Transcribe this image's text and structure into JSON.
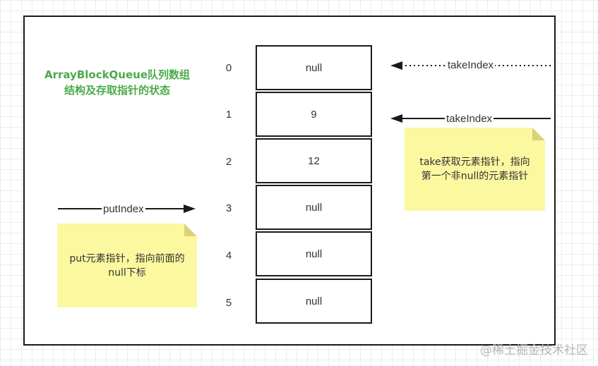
{
  "title": "ArrayBlockQueue队列数组结构及存取指针的状态",
  "cells": [
    {
      "index": "0",
      "value": "null"
    },
    {
      "index": "1",
      "value": "9"
    },
    {
      "index": "2",
      "value": "12"
    },
    {
      "index": "3",
      "value": "null"
    },
    {
      "index": "4",
      "value": "null"
    },
    {
      "index": "5",
      "value": "null"
    }
  ],
  "pointers": {
    "take_old_label": "takeIndex",
    "take_new_label": "takeIndex",
    "put_label": "putIndex"
  },
  "notes": {
    "take_note": "take获取元素指针，指向第一个非null的元素指针",
    "put_note": "put元素指针，指向前面的null下标"
  },
  "colors": {
    "title_green": "#4aab4a",
    "note_yellow": "#fbf8a0",
    "line_dark": "#1a1a1a"
  },
  "watermark": "@稀土掘金技术社区"
}
